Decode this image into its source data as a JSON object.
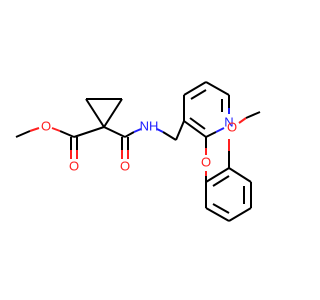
{
  "colors": {
    "background": "#ffffff",
    "bond": "#000000",
    "oxygen": "#ff2020",
    "nitrogen": "#2020ff"
  },
  "atoms": {
    "o_ester_carbonyl": "O",
    "o_ester_single": "O",
    "o_amide": "O",
    "n_amide_h": "NH",
    "n_pyridine": "N",
    "o_aryl_ether": "O",
    "o_methoxy": "O"
  }
}
